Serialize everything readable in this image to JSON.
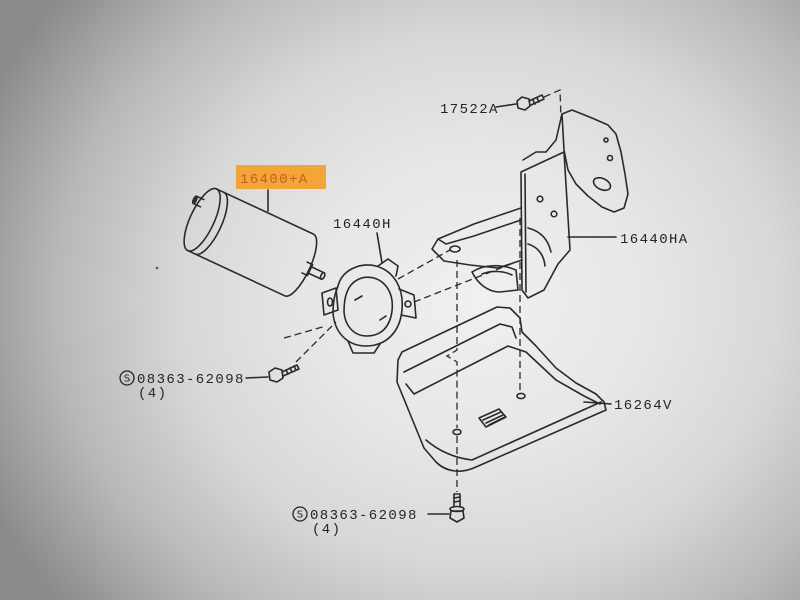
{
  "diagram": {
    "line_color": "#2a2a2a",
    "highlight_color": "#f3a539",
    "highlight_text_color": "#c4601c",
    "parts": {
      "bolt_top": {
        "number": "17522A"
      },
      "filter": {
        "number": "16400+A",
        "highlighted": true
      },
      "clamp": {
        "number": "16440H"
      },
      "bracket": {
        "number": "16440HA"
      },
      "plate": {
        "number": "16264V"
      },
      "bolt_left": {
        "symbol": "S",
        "number": "08363-62098",
        "qty": "(4)"
      },
      "bolt_bottom": {
        "symbol": "S",
        "number": "08363-62098",
        "qty": "(4)"
      }
    }
  }
}
